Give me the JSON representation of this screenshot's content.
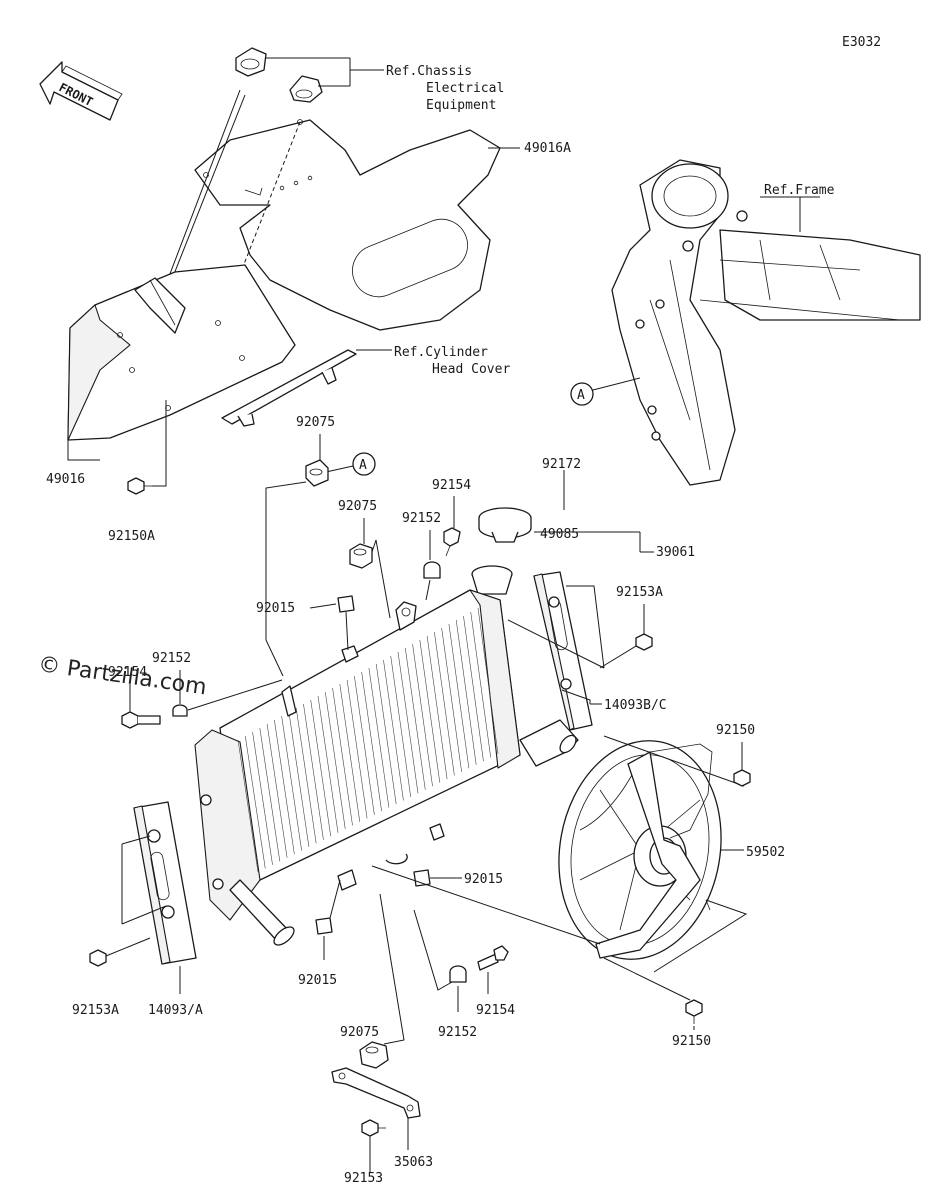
{
  "diagram_code": "E3032",
  "front_arrow_label": "FRONT",
  "watermark": "© Partzilla.com",
  "labels": {
    "ref_chassis_line1": "Ref.Chassis",
    "ref_chassis_line2": "Electrical",
    "ref_chassis_line3": "Equipment",
    "p49016A": "49016A",
    "ref_frame": "Ref.Frame",
    "ref_cyl_line1": "Ref.Cylinder",
    "ref_cyl_line2": "Head Cover",
    "callout_A_top": "A",
    "callout_A_frame": "A",
    "p49016": "49016",
    "p92150A": "92150A",
    "p92075_a": "92075",
    "p92075_b": "92075",
    "p92075_c": "92075",
    "p92154_a": "92154",
    "p92154_b": "92154",
    "p92154_c": "92154",
    "p92152_a": "92152",
    "p92152_b": "92152",
    "p92152_c": "92152",
    "p92172": "92172",
    "p49085": "49085",
    "p39061": "39061",
    "p92015_a": "92015",
    "p92015_b": "92015",
    "p92015_c": "92015",
    "p92153A_a": "92153A",
    "p92153A_b": "92153A",
    "p14093BC": "14093B/C",
    "p92150_a": "92150",
    "p92150_b": "92150",
    "p59502": "59502",
    "p14093A": "14093/A",
    "p92153": "92153",
    "p35063": "35063"
  }
}
